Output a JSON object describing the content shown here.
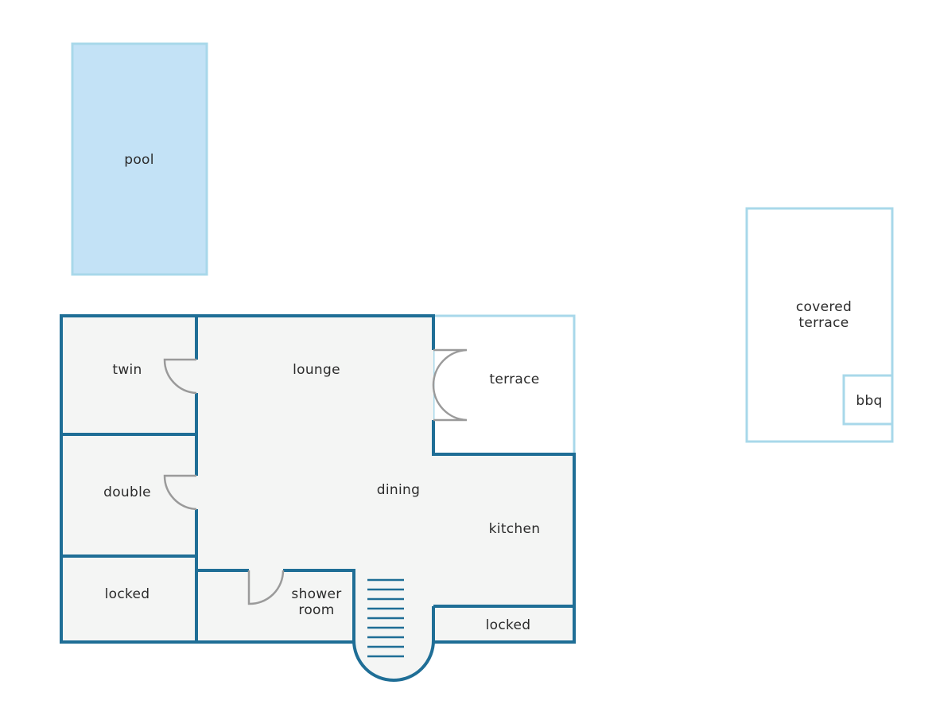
{
  "rooms": {
    "pool": "pool",
    "covered_terrace": [
      "covered",
      "terrace"
    ],
    "bbq": "bbq",
    "twin": "twin",
    "lounge": "lounge",
    "terrace": "terrace",
    "double": "double",
    "dining": "dining",
    "kitchen": "kitchen",
    "locked_left": "locked",
    "shower_room": [
      "shower",
      "room"
    ],
    "locked_right": "locked"
  },
  "colors": {
    "wall": "#1f6e96",
    "light_wall": "#a8d8ea",
    "pool_fill": "#c3e2f6",
    "floor": "#f4f5f4",
    "door": "#9a9a9a"
  },
  "icons": [
    "stairs-icon",
    "door-icon"
  ]
}
